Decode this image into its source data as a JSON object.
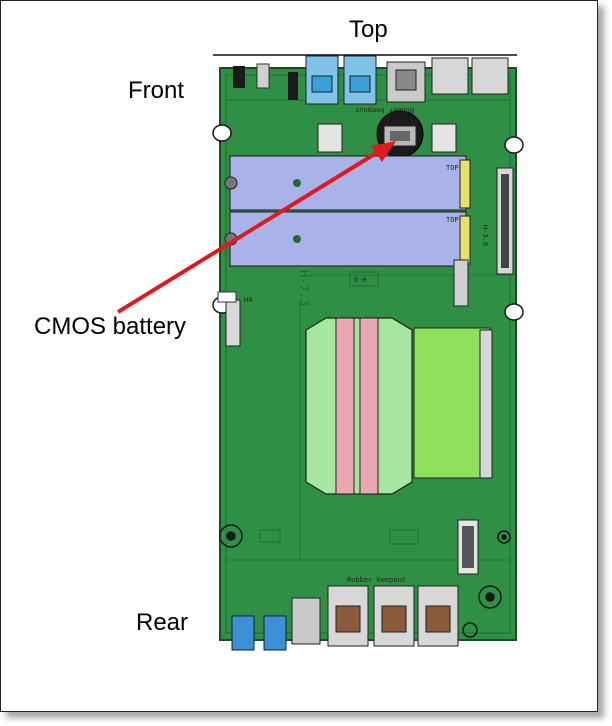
{
  "labels": {
    "top": "Top",
    "front": "Front",
    "rear": "Rear",
    "callout": "CMOS battery"
  },
  "board_markings": {
    "keepout_top": "Rubber keepout",
    "keepout_rear": "Rubber keepout",
    "h73": "H-7.3",
    "h38": "H-3.8",
    "h9": "6-H",
    "h4": "H4",
    "top_a": "TOP",
    "top_b": "TOP"
  },
  "colors": {
    "board": "#2f8f45",
    "board_dark": "#1f6b34",
    "m2": "#aab2ea",
    "dimm": "#e9a8b4",
    "dimm_frame": "#a6e6a0",
    "sodimm": "#8fe05a",
    "arrow": "#e0191e",
    "battery": "#1a1a1a"
  }
}
